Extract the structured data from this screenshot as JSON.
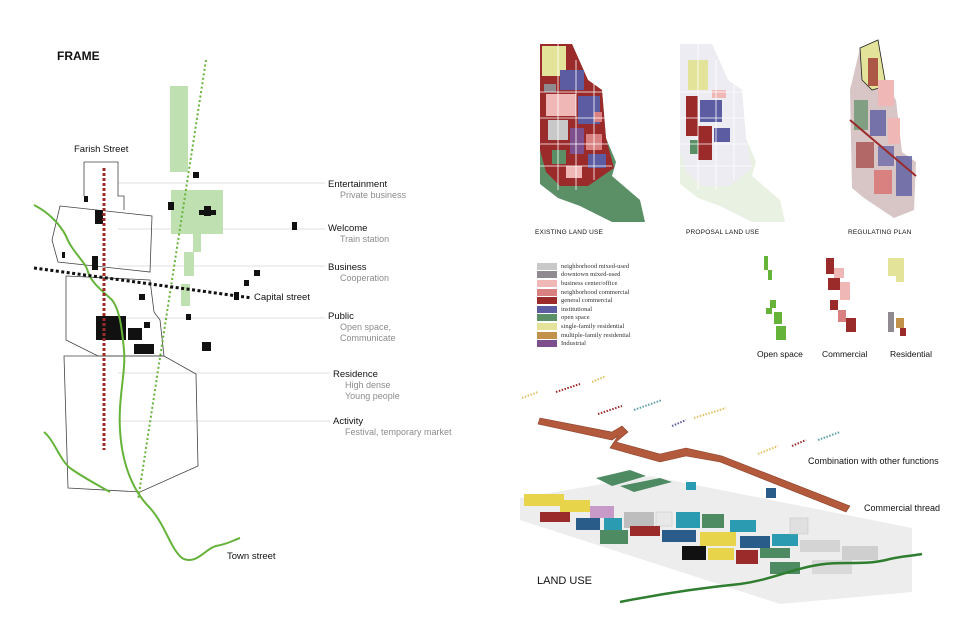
{
  "frame": {
    "title": "FRAME",
    "streets": {
      "farish": "Farish Street",
      "capital": "Capital street",
      "town": "Town street"
    },
    "layers": [
      {
        "title": "Entertainment",
        "subtitle": [
          "Private business"
        ]
      },
      {
        "title": "Welcome",
        "subtitle": [
          "Train station"
        ]
      },
      {
        "title": "Business",
        "subtitle": [
          "Cooperation"
        ]
      },
      {
        "title": "Public",
        "subtitle": [
          "Open space,",
          "Communicate"
        ]
      },
      {
        "title": "Residence",
        "subtitle": [
          "High dense",
          "Young people"
        ]
      },
      {
        "title": "Activity",
        "subtitle": [
          "Festival, temporary market"
        ]
      }
    ]
  },
  "maps": {
    "existing": "EXISTING LAND USE",
    "proposal": "PROPOSAL LAND USE",
    "regulating": "REGULATING PLAN"
  },
  "legend": [
    {
      "label": "neighborhood mixed-used",
      "color": "#c8c8c8"
    },
    {
      "label": "downtown mixed-used",
      "color": "#8f8a8f"
    },
    {
      "label": "business center/office",
      "color": "#f0b7b7"
    },
    {
      "label": "neighborhood commercial",
      "color": "#d98080"
    },
    {
      "label": "general commercial",
      "color": "#9b2a2a"
    },
    {
      "label": "institutional",
      "color": "#5c5ca3"
    },
    {
      "label": "open space",
      "color": "#5b8f66"
    },
    {
      "label": "single-family residential",
      "color": "#e3e39a"
    },
    {
      "label": "multiple-family residential",
      "color": "#c2914a"
    },
    {
      "label": "Industrial",
      "color": "#7d4f8d"
    }
  ],
  "small_maps": {
    "open_space": "Open space",
    "commercial": "Commercial",
    "residential": "Residential"
  },
  "axon": {
    "combination": "Combination with other functions",
    "thread": "Commercial thread",
    "title": "LAND USE"
  },
  "colors": {
    "green": "#66b33a",
    "light_green": "#bfe0b0",
    "red": "#9b2a2a",
    "institutional": "#5c5ca3",
    "open": "#5b8f66",
    "yellow": "#e3e39a",
    "thread": "#b35a3c"
  }
}
